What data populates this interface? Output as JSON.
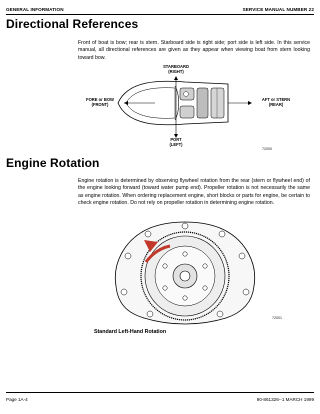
{
  "header": {
    "left": "GENERAL INFORMATION",
    "right": "SERVICE MANUAL NUMBER 22"
  },
  "section1": {
    "title": "Directional References",
    "paragraph": "Front of boat is bow; rear is stern. Starboard side is right side; port side is left side. In this service manual, all directional references are given as they appear when viewing boat from stern looking toward bow."
  },
  "figure1": {
    "starboard_line1": "STARBOARD",
    "starboard_line2": "(RIGHT)",
    "fore_line1": "FORE or BOW",
    "fore_line2": "(FRONT)",
    "aft_line1": "AFT or STERN",
    "aft_line2": "(REAR)",
    "port_line1": "PORT",
    "port_line2": "(LEFT)",
    "id": "72000"
  },
  "section2": {
    "title": "Engine Rotation",
    "paragraph": "Engine rotation is determined by observing flywheel rotation from the rear (stern or flywheel end) of the engine looking forward (toward water pump end). Propeller rotation is not necessarily the same as engine rotation. When ordering replacement engine, short blocks or parts for engine, be certain to check engine rotation. Do not rely on propeller rotation in determining engine rotation."
  },
  "figure2": {
    "id": "72001",
    "caption": "Standard Left-Hand Rotation",
    "arrow_color": "#c0392b"
  },
  "footer": {
    "left": "Page 1A-4",
    "right": "90-861326--1   MARCH 1999"
  }
}
